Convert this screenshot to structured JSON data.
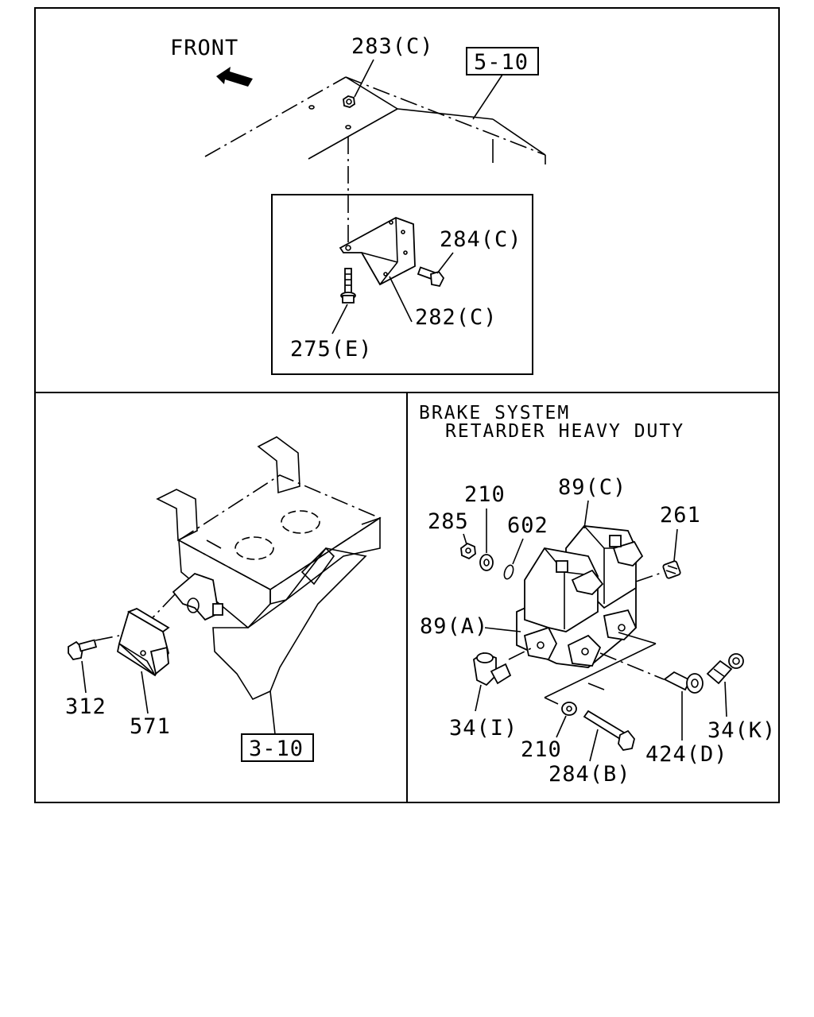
{
  "panels": {
    "top": {
      "front_label": "FRONT",
      "ref_box": "5-10",
      "callouts": {
        "nut": "283(C)",
        "bolt_small": "284(C)",
        "bracket": "282(C)",
        "bolt_long": "275(E)"
      }
    },
    "bottom_left": {
      "ref_box": "3-10",
      "callouts": {
        "bolt": "312",
        "module": "571"
      }
    },
    "bottom_right": {
      "heading_line1": "BRAKE SYSTEM",
      "heading_line2": "RETARDER HEAVY DUTY",
      "callouts": {
        "washer_top": "210",
        "valve_c": "89(C)",
        "nut": "285",
        "oring": "602",
        "plug": "261",
        "valve_a": "89(A)",
        "elbow": "34(I)",
        "washer_bottom": "210",
        "fitting_k": "34(K)",
        "bolt": "284(B)",
        "banjo": "424(D)"
      }
    }
  }
}
